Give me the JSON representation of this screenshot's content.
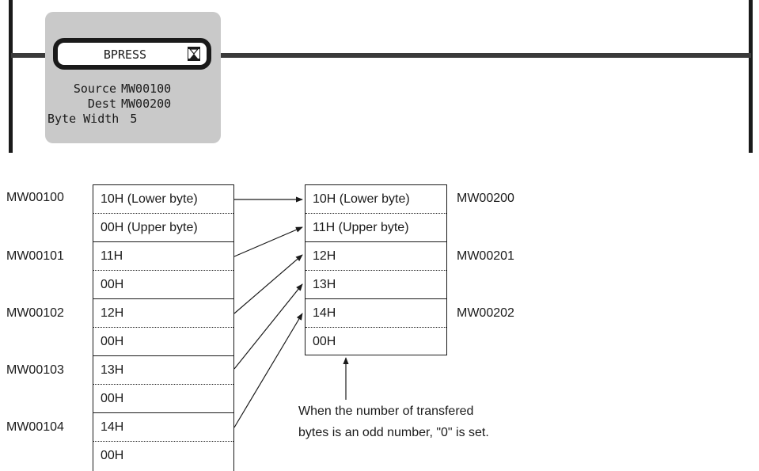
{
  "ladder": {
    "instruction": "BPRESS",
    "params": [
      {
        "label": "Source",
        "value": "MW00100"
      },
      {
        "label": "Dest",
        "value": "MW00200"
      },
      {
        "label": "Byte Width",
        "value": "5"
      }
    ]
  },
  "source": {
    "words": [
      {
        "address": "MW00100",
        "lower": "10H (Lower byte)",
        "upper": "00H (Upper byte)"
      },
      {
        "address": "MW00101",
        "lower": "11H",
        "upper": "00H"
      },
      {
        "address": "MW00102",
        "lower": "12H",
        "upper": "00H"
      },
      {
        "address": "MW00103",
        "lower": "13H",
        "upper": "00H"
      },
      {
        "address": "MW00104",
        "lower": "14H",
        "upper": "00H"
      }
    ]
  },
  "dest": {
    "words": [
      {
        "address": "MW00200",
        "lower": "10H (Lower byte)",
        "upper": "11H (Upper byte)"
      },
      {
        "address": "MW00201",
        "lower": "12H",
        "upper": "13H"
      },
      {
        "address": "MW00202",
        "lower": "14H",
        "upper": "00H"
      }
    ]
  },
  "note": {
    "line1": "When the number of  transfered",
    "line2": "bytes is an odd number, \"0\" is set."
  }
}
